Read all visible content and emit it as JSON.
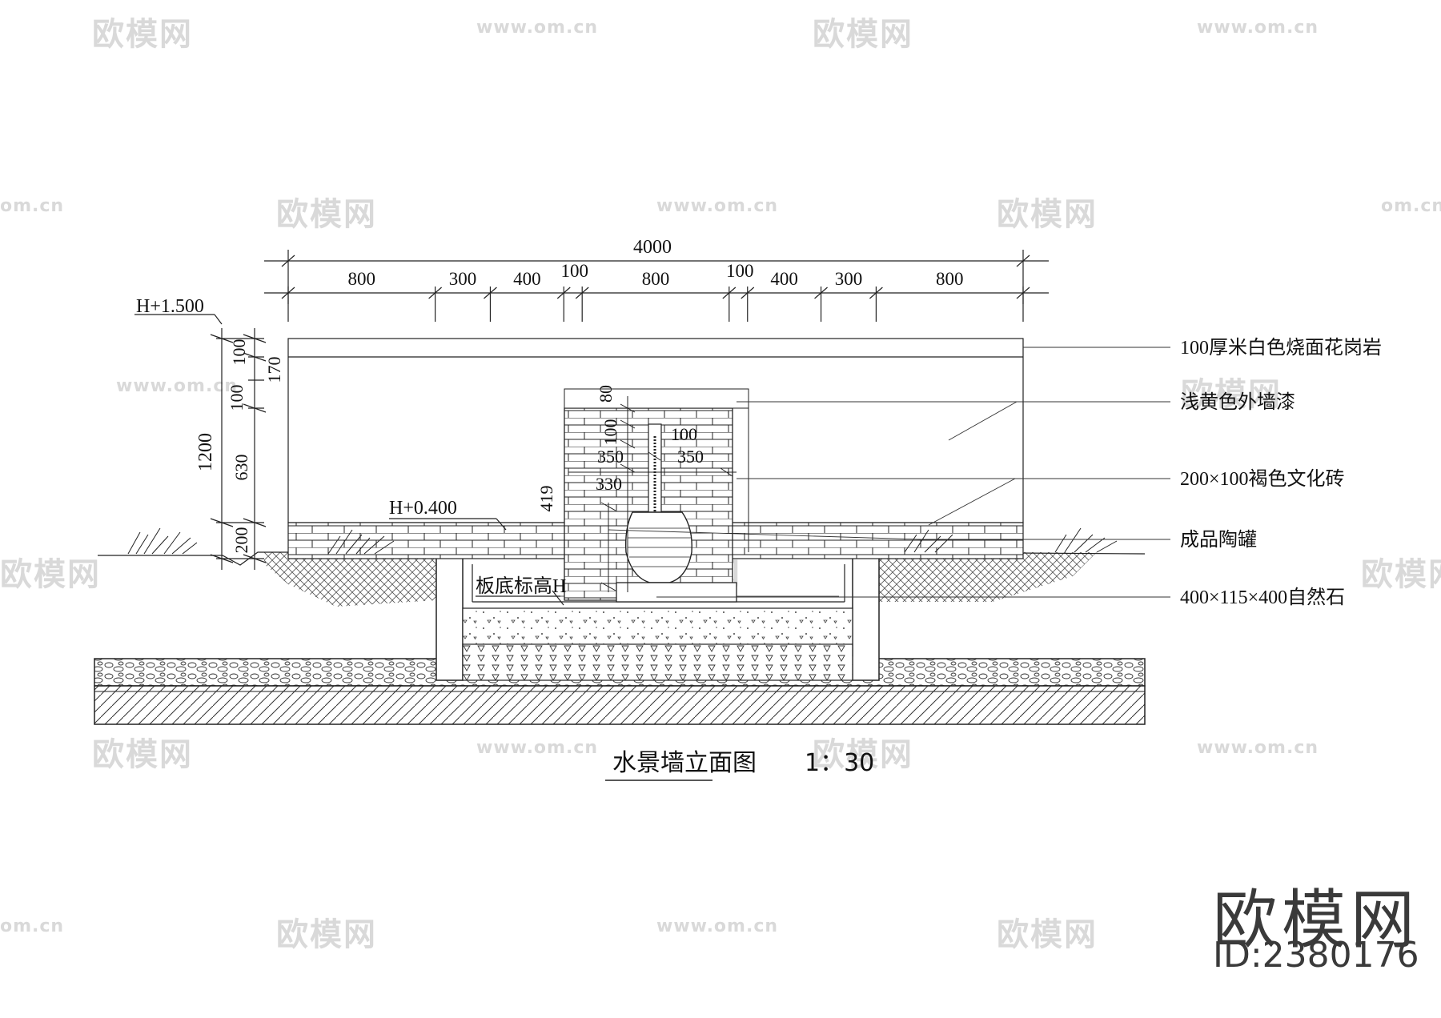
{
  "watermark": {
    "logo_text": "欧模网",
    "url_text": "www.om.cn",
    "url_short": "om.cn"
  },
  "brand": {
    "name": "欧模网",
    "id": "ID:2380176"
  },
  "drawing": {
    "title": "水景墙立面图",
    "scale": "1：30",
    "overall_width": "4000",
    "top_segments": [
      "800",
      "300",
      "400",
      "100",
      "800",
      "100",
      "400",
      "300",
      "800"
    ],
    "left_dims": {
      "total": "1200",
      "cap": "100",
      "upper": "100",
      "mid": "630",
      "base": "200",
      "cap_total": "170"
    },
    "levels": {
      "top": "H+1.500",
      "water": "H+0.400",
      "slab": "板底标高H"
    },
    "center_dims": [
      "80",
      "100",
      "100",
      "350",
      "350",
      "330",
      "419"
    ],
    "callouts": [
      "100厚米白色烧面花岗岩",
      "浅黄色外墙漆",
      "200×100褐色文化砖",
      "成品陶罐",
      "400×115×400自然石"
    ]
  }
}
